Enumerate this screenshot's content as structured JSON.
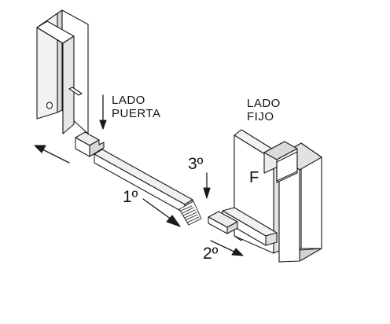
{
  "labels": {
    "door_side_line1": "LADO",
    "door_side_line2": "PUERTA",
    "fixed_side_line1": "LADO",
    "fixed_side_line2": "FIJO",
    "panel_mark": "F"
  },
  "steps": {
    "first": "1º",
    "second": "2º",
    "third": "3º"
  },
  "colors": {
    "line": "#1a1a1a",
    "face_light": "#ffffff",
    "face_mid": "#ebebeb",
    "face_dark": "#d2d2d2"
  }
}
